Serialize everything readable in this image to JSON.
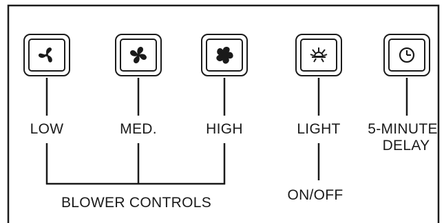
{
  "buttons": [
    {
      "id": "low",
      "label": "LOW",
      "icon": "fan-low-icon"
    },
    {
      "id": "med",
      "label": "MED.",
      "icon": "fan-medium-icon"
    },
    {
      "id": "high",
      "label": "HIGH",
      "icon": "fan-high-icon"
    },
    {
      "id": "light",
      "label": "LIGHT",
      "icon": "light-icon"
    },
    {
      "id": "delay",
      "label_line1": "5-MINUTE",
      "label_line2": "DELAY",
      "icon": "clock-icon"
    }
  ],
  "groups": {
    "blower_controls": "BLOWER CONTROLS",
    "light_onoff": "ON/OFF"
  },
  "colors": {
    "ink": "#1a1a1a",
    "background": "#ffffff"
  }
}
